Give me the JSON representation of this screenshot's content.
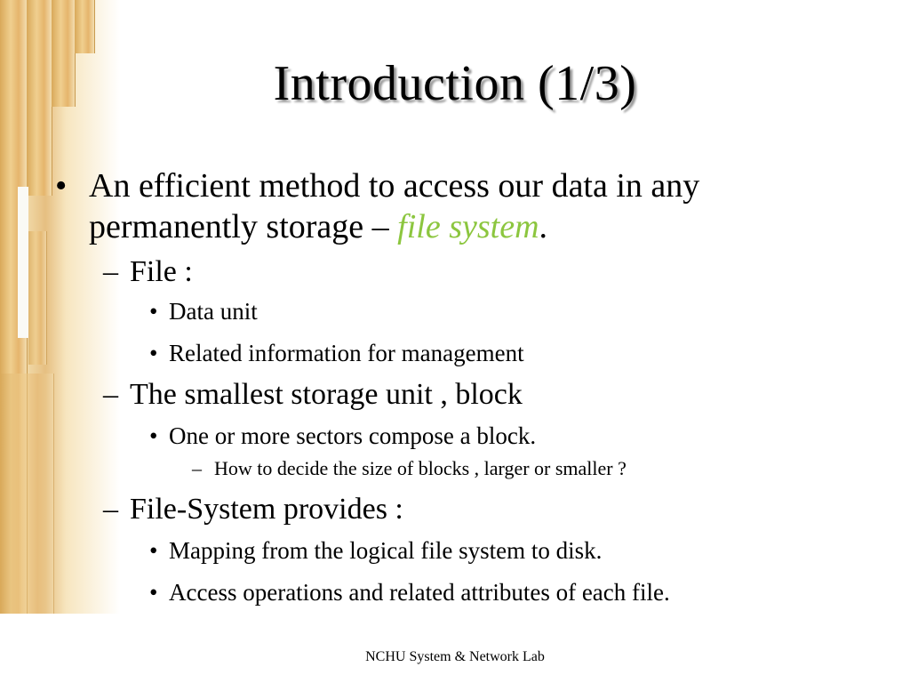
{
  "slide": {
    "title": "Introduction (1/3)",
    "bullets": [
      {
        "text_before": "An efficient method to access our data in any permanently storage – ",
        "accent_text": "file system",
        "text_after": "."
      }
    ],
    "subitems": {
      "file_label": "File :",
      "file_points": [
        "Data unit",
        "Related information for management"
      ],
      "smallest_label": "The smallest storage unit , block",
      "smallest_point": "One or more sectors compose a block.",
      "smallest_subpoint": "How to decide the size of blocks , larger or smaller ?",
      "fs_label": "File-System provides :",
      "fs_points": [
        "Mapping from the logical file system to disk.",
        "Access operations and related attributes of each file."
      ]
    },
    "markers": {
      "dot": "•",
      "dash": "–"
    },
    "footer": "NCHU System & Network Lab"
  },
  "colors": {
    "accent": "#8cc63f",
    "text": "#000000",
    "background": "#ffffff"
  }
}
